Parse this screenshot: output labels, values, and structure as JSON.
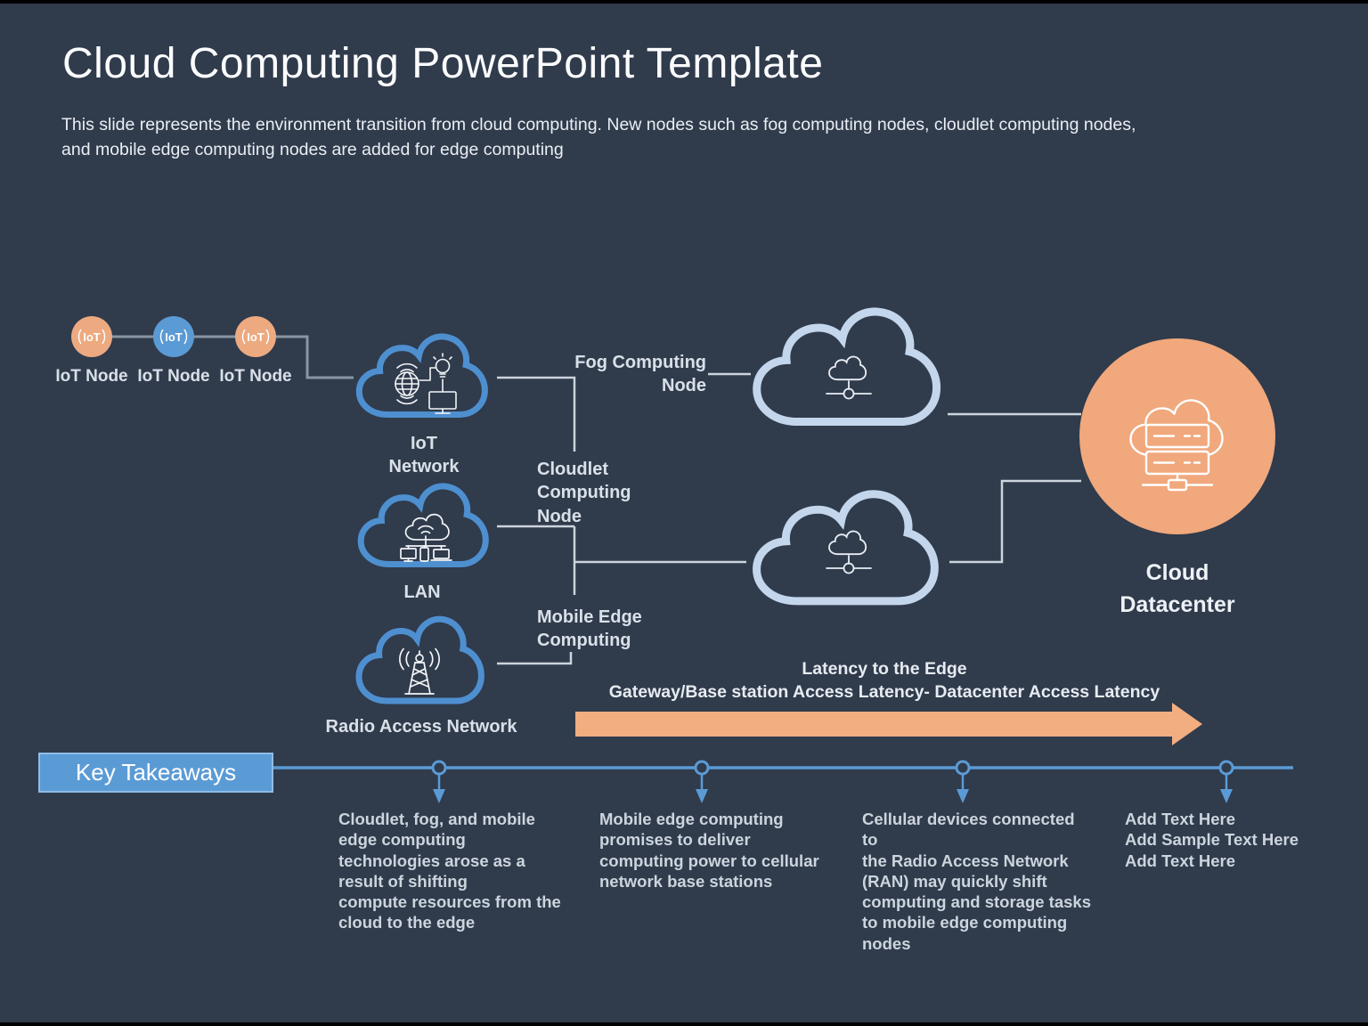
{
  "slide": {
    "title": "Cloud Computing PowerPoint Template",
    "description": "This slide represents the environment transition from cloud computing. New nodes such as fog computing nodes, cloudlet computing nodes,\nand mobile edge computing nodes are added for edge computing"
  },
  "iot_nodes": {
    "icon_text": "IoT",
    "items": [
      {
        "label": "IoT Node",
        "color": "#edaa80"
      },
      {
        "label": "IoT Node",
        "color": "#5b9bd5"
      },
      {
        "label": "IoT Node",
        "color": "#edaa80"
      }
    ]
  },
  "networks": {
    "iot_network": "IoT\nNetwork",
    "lan": "LAN",
    "ran": "Radio Access Network"
  },
  "edge_nodes": {
    "fog": "Fog Computing\nNode",
    "cloudlet": "Cloudlet\nComputing\nNode",
    "mobile_edge": "Mobile Edge\nComputing"
  },
  "datacenter": {
    "label": "Cloud\nDatacenter"
  },
  "latency": {
    "line1": "Latency to the Edge",
    "line2": "Gateway/Base station Access Latency- Datacenter Access Latency"
  },
  "key_takeaways": {
    "heading": "Key Takeaways",
    "items": [
      {
        "text": "Cloudlet, fog, and mobile\nedge computing\ntechnologies arose as a\nresult of shifting\ncompute resources from the\ncloud to the edge"
      },
      {
        "text": "Mobile edge computing\npromises to deliver\ncomputing power to cellular\nnetwork base stations"
      },
      {
        "text": "Cellular devices connected to\nthe Radio Access Network\n(RAN) may quickly shift\ncomputing and storage tasks\nto mobile edge computing\nnodes"
      },
      {
        "text": "Add Text Here\nAdd Sample Text Here\nAdd Text Here"
      }
    ]
  },
  "colors": {
    "background": "#303b4c",
    "accent_blue": "#5b9bd5",
    "cloud_blue": "#4e8fd0",
    "cloud_light": "#c3d6ec",
    "datacenter_orange": "#f0a87c",
    "arrow_orange": "#f2ad80"
  }
}
